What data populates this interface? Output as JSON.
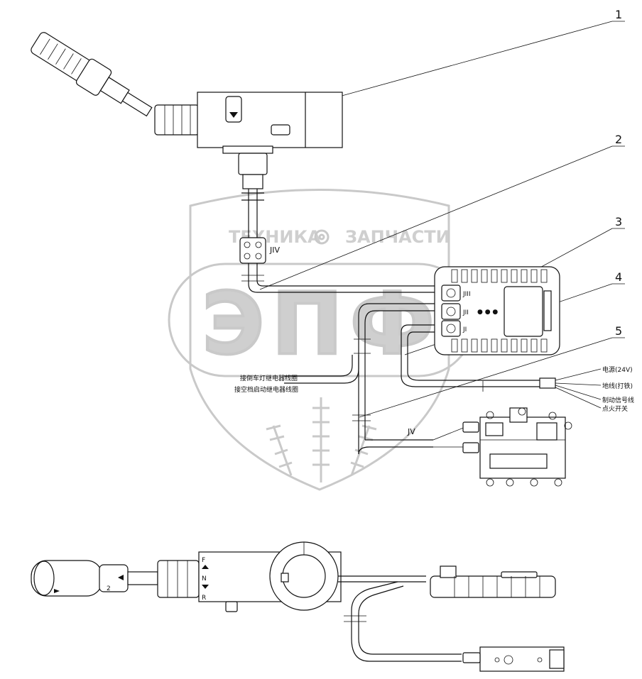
{
  "watermark": {
    "line1_left": "ТЕХНИКА",
    "line1_right": "ЗАПЧАСТИ",
    "logo": "ЭПФ"
  },
  "callouts": [
    "1",
    "2",
    "3",
    "4",
    "5"
  ],
  "connector_labels": {
    "jiv": "JIV",
    "jv": "JV",
    "jiii": "JIII",
    "jii": "JII",
    "ji": "JI"
  },
  "wire_labels": {
    "power": "电源(24V)",
    "ground": "地线(打铁)",
    "brake": "制动信号线",
    "ignition": "点火开关"
  },
  "relay_labels": {
    "reverse_lamp": "接倒车灯继电器线圈",
    "neutral_start": "接空档启动继电器线圈"
  },
  "shifter_markings": {
    "forward": "F",
    "neutral": "N",
    "reverse": "R",
    "position_2": "2"
  },
  "controller_dots": "● ● ●"
}
